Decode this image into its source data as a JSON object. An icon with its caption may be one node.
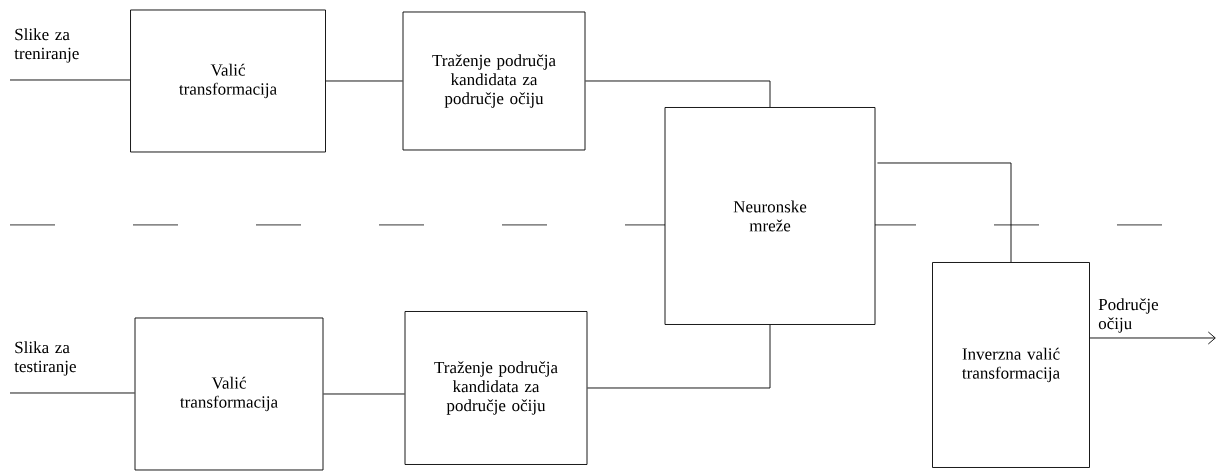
{
  "diagram": {
    "nodes": [
      {
        "text": [
          "Valić transformacija"
        ]
      },
      {
        "text": [
          "Traženje područja kandidata za područje očiju"
        ]
      },
      {
        "text": [
          "Neuronske mreže"
        ]
      },
      {
        "text": [
          "Valić transformacija"
        ]
      },
      {
        "text": [
          "Traženje područja kandidata za područje očiju"
        ]
      },
      {
        "text": [
          "Inverzna valić transformacija"
        ]
      }
    ],
    "edges": [
      {
        "from": null,
        "to": 0,
        "arrow": "none",
        "label": "Slike za treniranje"
      },
      {
        "from": 0,
        "to": 1,
        "arrow": "none"
      },
      {
        "from": 1,
        "to": 2,
        "arrow": "none"
      },
      {
        "from": null,
        "to": 3,
        "arrow": "none",
        "label": "Slika za testiranje"
      },
      {
        "from": 3,
        "to": 4,
        "arrow": "none"
      },
      {
        "from": 4,
        "to": 2,
        "arrow": "none"
      },
      {
        "from": 2,
        "to": 5,
        "arrow": "none"
      },
      {
        "from": 5,
        "to": null,
        "arrow": "to",
        "label": "Područje očiju"
      }
    ]
  }
}
